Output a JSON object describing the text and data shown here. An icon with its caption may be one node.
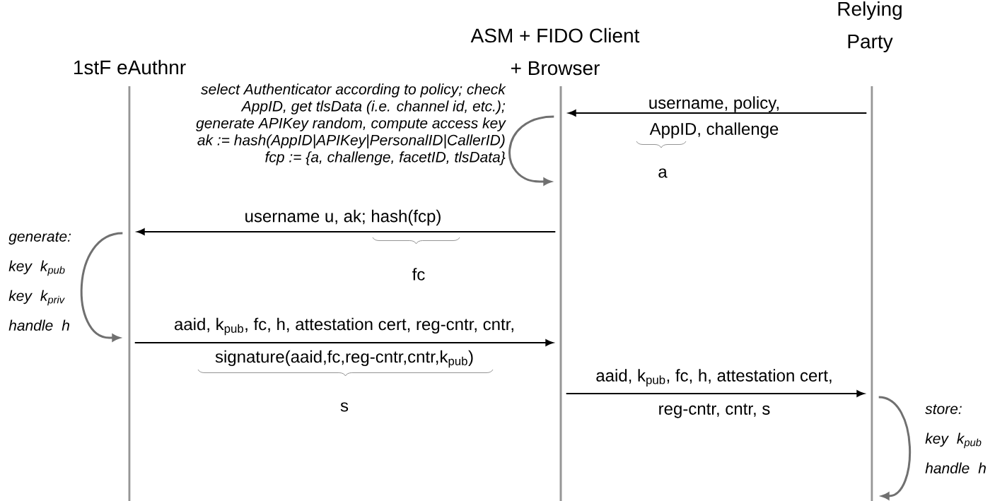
{
  "diagram": {
    "nodes": [
      {
        "text": [
          "1stF eAuthnr"
        ]
      },
      {
        "text": [
          "ASM + FIDO Client + Browser"
        ]
      },
      {
        "text": [
          "Relying Party"
        ]
      },
      {
        "text": [],
        "shape": "bar"
      },
      {
        "text": [],
        "shape": "bar"
      },
      {
        "text": [],
        "shape": "bar"
      }
    ],
    "edges": [
      {
        "from": 5,
        "to": 4,
        "arrow": "to",
        "label": "username, policy, AppID, challenge"
      },
      {
        "from": 4,
        "to": 4,
        "arrow": "to",
        "color": "#707070",
        "label": "select Authenticator according to policy; check AppID, get tlsData (i.e. channel id, etc.); generate APIKey random, compute access key ak := hash(AppID|APIKey|PersonalID|CallerID) fcp := {a, challenge, facetID, tlsData}"
      },
      {
        "from": 4,
        "to": 3,
        "arrow": "to",
        "label": "username u, ak; hash(fcp)"
      },
      {
        "from": 3,
        "to": 3,
        "arrow": "to",
        "color": "#707070",
        "label": "generate: key k$_{pub}$ key k$_{priv}$ handle h"
      },
      {
        "from": 3,
        "to": 4,
        "arrow": "to",
        "label": "aaid, k$_{pub}$, fc, h, attestation cert, reg-cntr, cntr, signature(aaid,fc,reg-cntr,cntr,k$_{pub}$)"
      },
      {
        "from": 4,
        "to": 5,
        "arrow": "to",
        "label": "aaid, k$_{pub}$, fc, h, attestation cert, reg-cntr, cntr, s"
      },
      {
        "from": 5,
        "to": 5,
        "arrow": "to",
        "color": "#707070",
        "label": "store: key k$_{pub}$ handle h"
      }
    ],
    "labels": [
      "a",
      "fc",
      "s"
    ]
  }
}
